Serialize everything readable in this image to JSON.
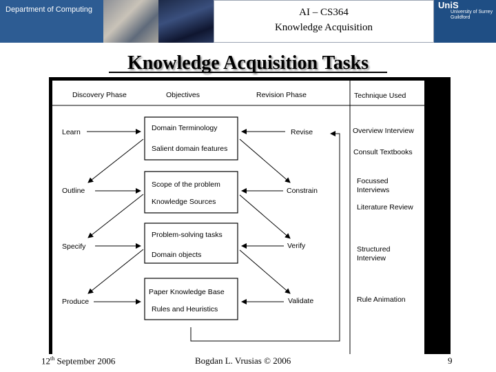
{
  "header": {
    "department": "Department of Computing",
    "course_code": "AI – CS364",
    "course_name": "Knowledge Acquisition",
    "logo_text": "UniS",
    "university_line1": "University of Surrey",
    "university_line2": "Guildford"
  },
  "slide": {
    "title": "Knowledge Acquisition Tasks"
  },
  "diagram": {
    "columns": {
      "discovery": "Discovery Phase",
      "objectives": "Objectives",
      "revision": "Revision Phase",
      "technique": "Technique Used"
    },
    "discovery_steps": [
      "Learn",
      "Outline",
      "Specify",
      "Produce"
    ],
    "objectives": [
      [
        "Domain Terminology",
        "Salient domain features"
      ],
      [
        "Scope of the problem",
        "Knowledge Sources"
      ],
      [
        "Problem-solving tasks",
        "Domain objects"
      ],
      [
        "Paper Knowledge Base",
        "Rules and Heuristics"
      ]
    ],
    "revision_steps": [
      "Revise",
      "Constrain",
      "Verify",
      "Validate"
    ],
    "techniques": [
      "Overview Interview",
      "Consult Textbooks",
      "Focussed",
      "Interviews",
      "Literature Review",
      "Structured",
      "Interview",
      "Rule Animation"
    ]
  },
  "footer": {
    "date_day": "12",
    "date_suffix": "th",
    "date_rest": " September 2006",
    "author": "Bogdan L. Vrusias © 2006",
    "page": "9"
  }
}
